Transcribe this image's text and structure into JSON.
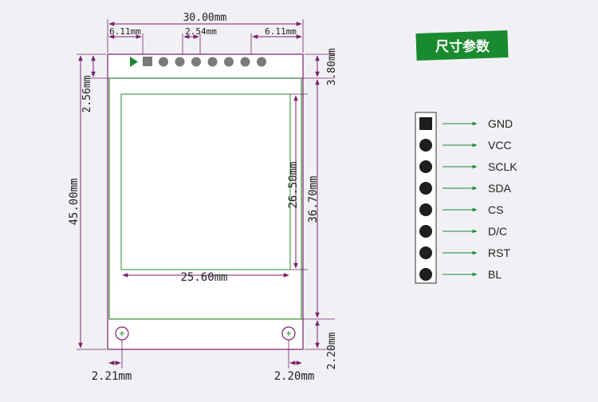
{
  "title_badge": "尺寸参数",
  "dimensions": {
    "total_width": "30.00mm",
    "left_offset": "6.11mm",
    "pin_pitch": "2.54mm",
    "right_offset": "6.11mm",
    "top_to_screen": "2.56mm",
    "total_height": "45.00mm",
    "right_top": "3.80mm",
    "screen_outer_height": "36.70mm",
    "active_height": "26.50mm",
    "active_width": "25.60mm",
    "bottom_right": "2.20mm",
    "hole_left": "2.21mm",
    "hole_right": "2.20mm"
  },
  "pins": [
    "GND",
    "VCC",
    "SCLK",
    "SDA",
    "CS",
    "D/C",
    "RST",
    "BL"
  ],
  "colors": {
    "board_outline": "#7b1f6e",
    "screen_outline": "#2e8b2e",
    "dimension_line": "#7b1f6e",
    "arrow_green": "#1b8a2e",
    "badge_bg": "#1a8a2e"
  },
  "icons": {
    "pin1_marker": "triangle-marker-icon",
    "pin_square": "square-pad-icon",
    "pin_round": "round-pad-icon",
    "mount_hole": "mount-hole-icon"
  }
}
